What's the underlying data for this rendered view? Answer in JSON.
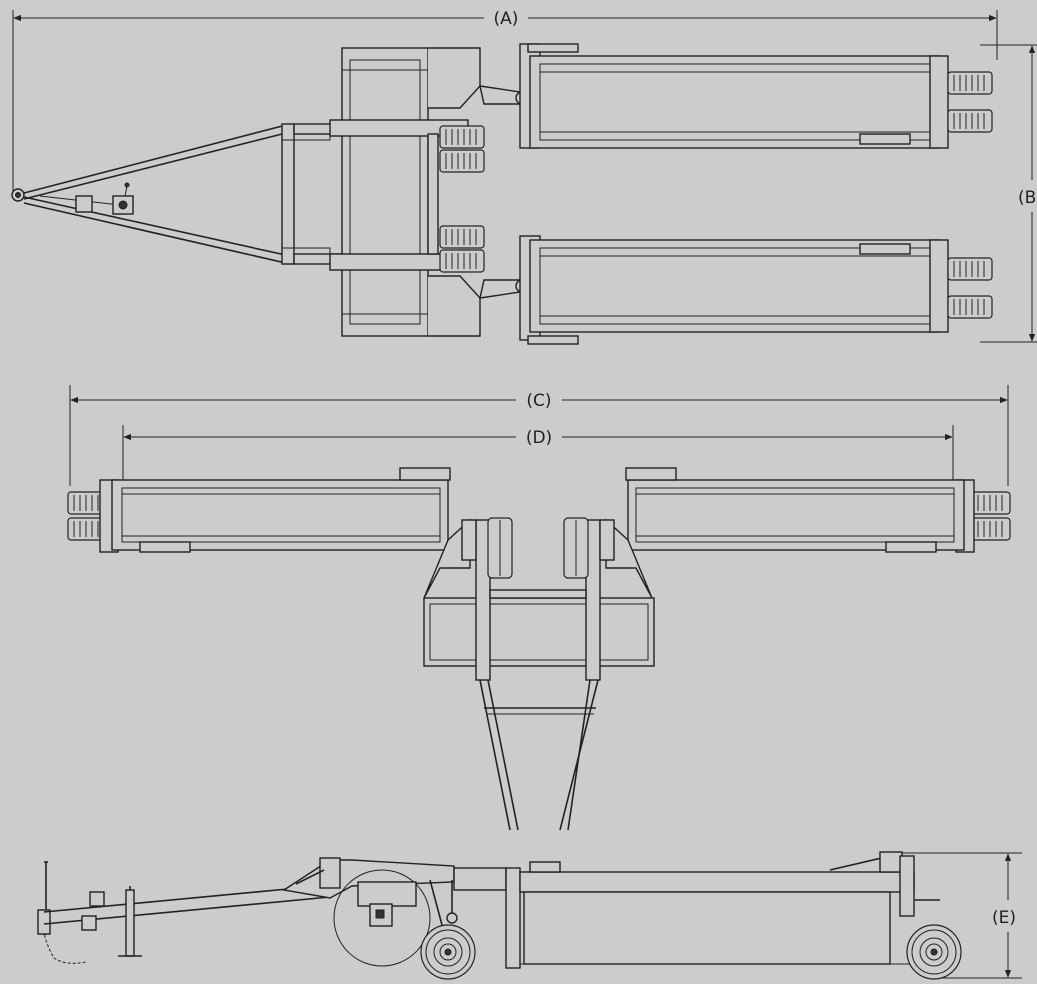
{
  "dimensions": {
    "a": "(A)",
    "b": "(B",
    "c": "(C)",
    "d": "(D)",
    "e": "(E)"
  },
  "colors": {
    "background": "#ccccca",
    "line": "#222222"
  }
}
